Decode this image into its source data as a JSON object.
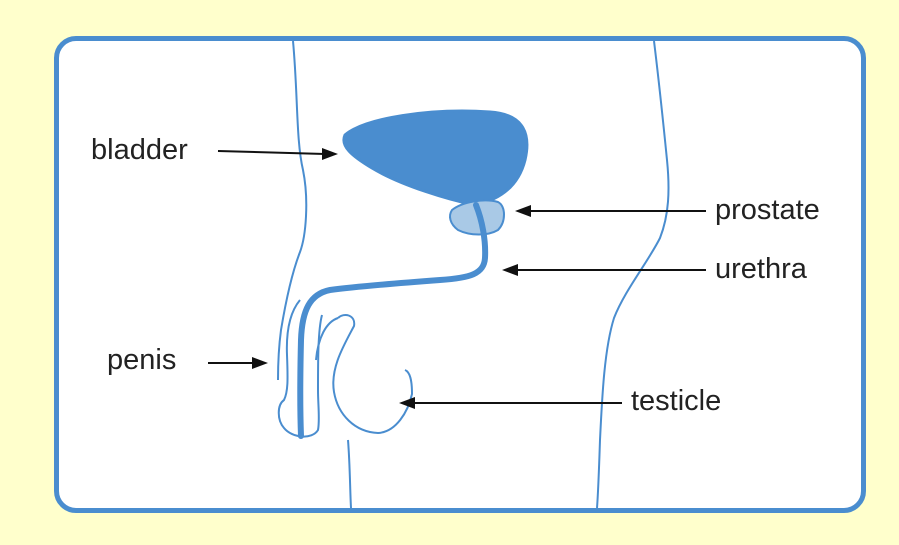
{
  "colors": {
    "background": "#ffffcc",
    "frame": "#4a8dcf",
    "organ_fill": "#4a8dcf",
    "organ_light": "#a9c9e6",
    "outline": "#4a8dcf",
    "text": "#222222",
    "arrow": "#111111"
  },
  "labels": {
    "bladder": "bladder",
    "prostate": "prostate",
    "urethra": "urethra",
    "penis": "penis",
    "testicle": "testicle"
  }
}
